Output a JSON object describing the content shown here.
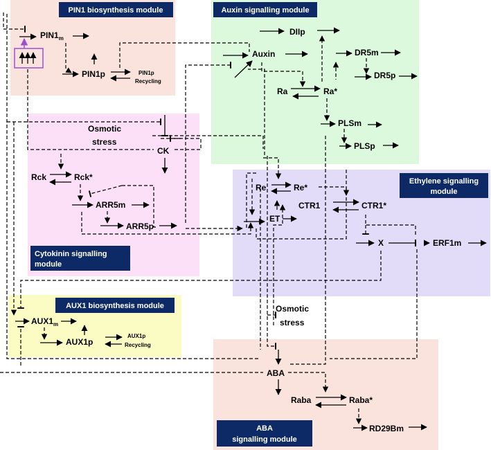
{
  "modules": {
    "pin1": {
      "title": "PIN1 biosynthesis module",
      "color": "#fae3dc"
    },
    "auxin": {
      "title": "Auxin signalling module",
      "color": "#dcf8dd"
    },
    "cytokinin": {
      "title_line1": "Cytokinin signalling",
      "title_line2": "module",
      "color": "#fbe0f7"
    },
    "ethylene": {
      "title_line1": "Ethylene signalling",
      "title_line2": "module",
      "color": "#e2dcf8"
    },
    "aux1": {
      "title": "AUX1 biosynthesis module",
      "color": "#fbfbc4"
    },
    "aba": {
      "title_line1": "ABA",
      "title_line2": "signalling module",
      "color": "#fae3dc"
    },
    "title_box_color": "#0e2a66"
  },
  "nodes": {
    "pin1m": "PIN1",
    "pin1m_sub": "m",
    "pin1p": "PIN1p",
    "pin1p_recycling_1": "PIN1p",
    "pin1p_recycling_2": "Recycling",
    "dllp": "DIIp",
    "auxin": "Auxin",
    "dr5m": "DR5m",
    "dr5p": "DR5p",
    "ra": "Ra",
    "ra_star": "Ra*",
    "plsm": "PLSm",
    "plsp": "PLSp",
    "osmotic_1": "Osmotic",
    "stress_1": "stress",
    "ck": "CK",
    "rck": "Rck",
    "rck_star": "Rck*",
    "arr5m": "ARR5m",
    "arr5p": "ARR5p",
    "re": "Re",
    "re_star": "Re*",
    "ctr1": "CTR1",
    "ctr1_star": "CTR1*",
    "et": "ET",
    "x": "X",
    "erf1m": "ERF1m",
    "osmotic_2": "Osmotic",
    "stress_2": "stress",
    "aux1m": "AUX1",
    "aux1m_sub": "m",
    "aux1p": "AUX1p",
    "aux1p_recycling_1": "AUX1p",
    "aux1p_recycling_2": "Recycling",
    "aba": "ABA",
    "raba": "Raba",
    "raba_star": "Raba*",
    "rd29bm": "RD29Bm"
  },
  "highlight_box_color": "#9b4fd0"
}
